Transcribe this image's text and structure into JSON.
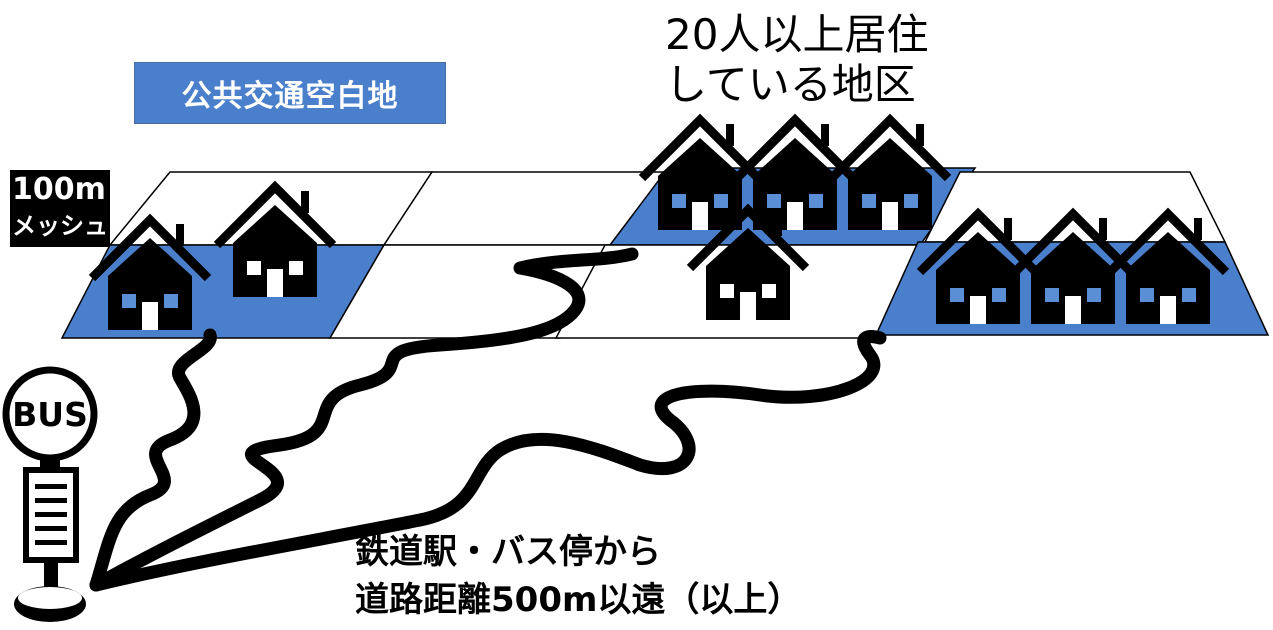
{
  "legend": {
    "label": "公共交通空白地"
  },
  "mesh_label": {
    "line1": "100m",
    "line2": "メッシュ"
  },
  "area_title": {
    "line1": "20人以上居住",
    "line2": "している地区"
  },
  "bus_stop": {
    "sign": "BUS"
  },
  "distance_caption": {
    "line1": "鉄道駅・バス停から",
    "line2": "道路距離500m以遠（以上）"
  },
  "colors": {
    "highlight": "#4a7fcc",
    "ink": "#000000",
    "background": "#ffffff"
  },
  "icons": [
    "house-icon",
    "bus-stop-icon"
  ]
}
